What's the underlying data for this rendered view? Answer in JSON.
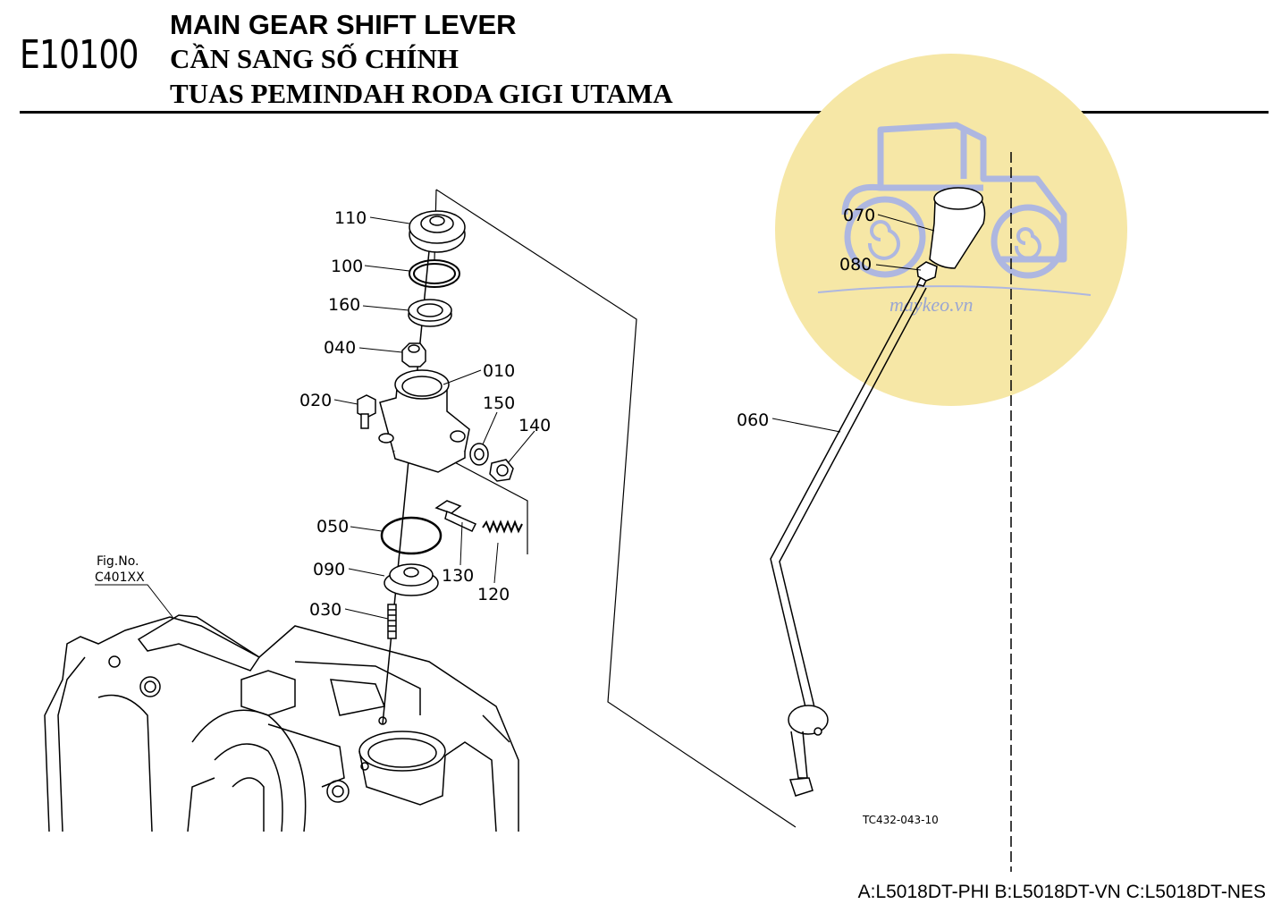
{
  "header": {
    "figure_code": "E10100",
    "title_en": "MAIN GEAR SHIFT LEVER",
    "title_vi": "CẦN SANG SỐ CHÍNH",
    "title_id": "TUAS PEMINDAH RODA GIGI UTAMA"
  },
  "parts": {
    "p010": "010",
    "p020": "020",
    "p030": "030",
    "p040": "040",
    "p050": "050",
    "p060": "060",
    "p070": "070",
    "p080": "080",
    "p090": "090",
    "p100": "100",
    "p110": "110",
    "p120": "120",
    "p130": "130",
    "p140": "140",
    "p150": "150",
    "p160": "160"
  },
  "reference": {
    "fig_label": "Fig.No.",
    "fig_code": "C401XX"
  },
  "drawing_code": "TC432-043-10",
  "watermark": {
    "text": "maykeo.vn",
    "color": "#f6e7a6",
    "icon": "tractor-icon"
  },
  "models": "A:L5018DT-PHI B:L5018DT-VN C:L5018DT-NES"
}
